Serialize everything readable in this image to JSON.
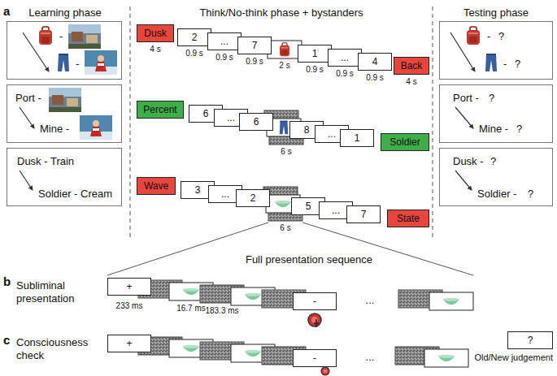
{
  "diagram": {
    "nodes": [
      {
        "text": [
          "-",
          "-"
        ]
      },
      {
        "text": [
          "Port -",
          "Mine -"
        ]
      },
      {
        "text": [
          "Dusk - Train",
          "Soldier - Cream"
        ]
      },
      {
        "text": [
          "Dusk"
        ]
      },
      {
        "text": [
          "2"
        ]
      },
      {
        "text": [
          "..."
        ]
      },
      {
        "text": [
          "7"
        ]
      },
      {
        "text": [
          "1"
        ]
      },
      {
        "text": [
          "..."
        ]
      },
      {
        "text": [
          "4"
        ]
      },
      {
        "text": [
          "Back"
        ]
      },
      {
        "text": [
          "Percent"
        ]
      },
      {
        "text": [
          "6"
        ]
      },
      {
        "text": [
          "..."
        ]
      },
      {
        "text": [
          "6"
        ]
      },
      {
        "text": [
          "8"
        ]
      },
      {
        "text": [
          "..."
        ]
      },
      {
        "text": [
          "1"
        ]
      },
      {
        "text": [
          "Soldier"
        ]
      },
      {
        "text": [
          "Wave"
        ]
      },
      {
        "text": [
          "3"
        ]
      },
      {
        "text": [
          "..."
        ]
      },
      {
        "text": [
          "2"
        ]
      },
      {
        "text": [
          "5"
        ]
      },
      {
        "text": [
          "..."
        ]
      },
      {
        "text": [
          "7"
        ]
      },
      {
        "text": [
          "State"
        ]
      },
      {
        "text": [
          "-",
          "?",
          "-",
          "?"
        ]
      },
      {
        "text": [
          "Port -",
          "?",
          "Mine -",
          "?"
        ]
      },
      {
        "text": [
          "Dusk -",
          "?",
          "Soldier -",
          "?"
        ]
      },
      {
        "text": [
          "+"
        ]
      },
      {
        "text": [
          "-"
        ]
      },
      {
        "text": [
          "+"
        ]
      },
      {
        "text": [
          "-"
        ]
      },
      {
        "text": [
          "?",
          "Old/New judgement"
        ]
      }
    ],
    "labels": [
      "a",
      "Learning phase",
      "Think/No-think phase + bystanders",
      "Testing phase",
      "4 s",
      "0.9 s",
      "0.9 s",
      "0.9 s",
      "2 s",
      "0.9 s",
      "0.9 s",
      "0.9 s",
      "4 s",
      "6 s",
      "6 s",
      "b",
      "Subliminal presentation",
      "Full presentation sequence",
      "233 ms",
      "16.7 ms",
      "183.3 ms",
      "...",
      "c",
      "Consciousness check",
      "..."
    ]
  }
}
